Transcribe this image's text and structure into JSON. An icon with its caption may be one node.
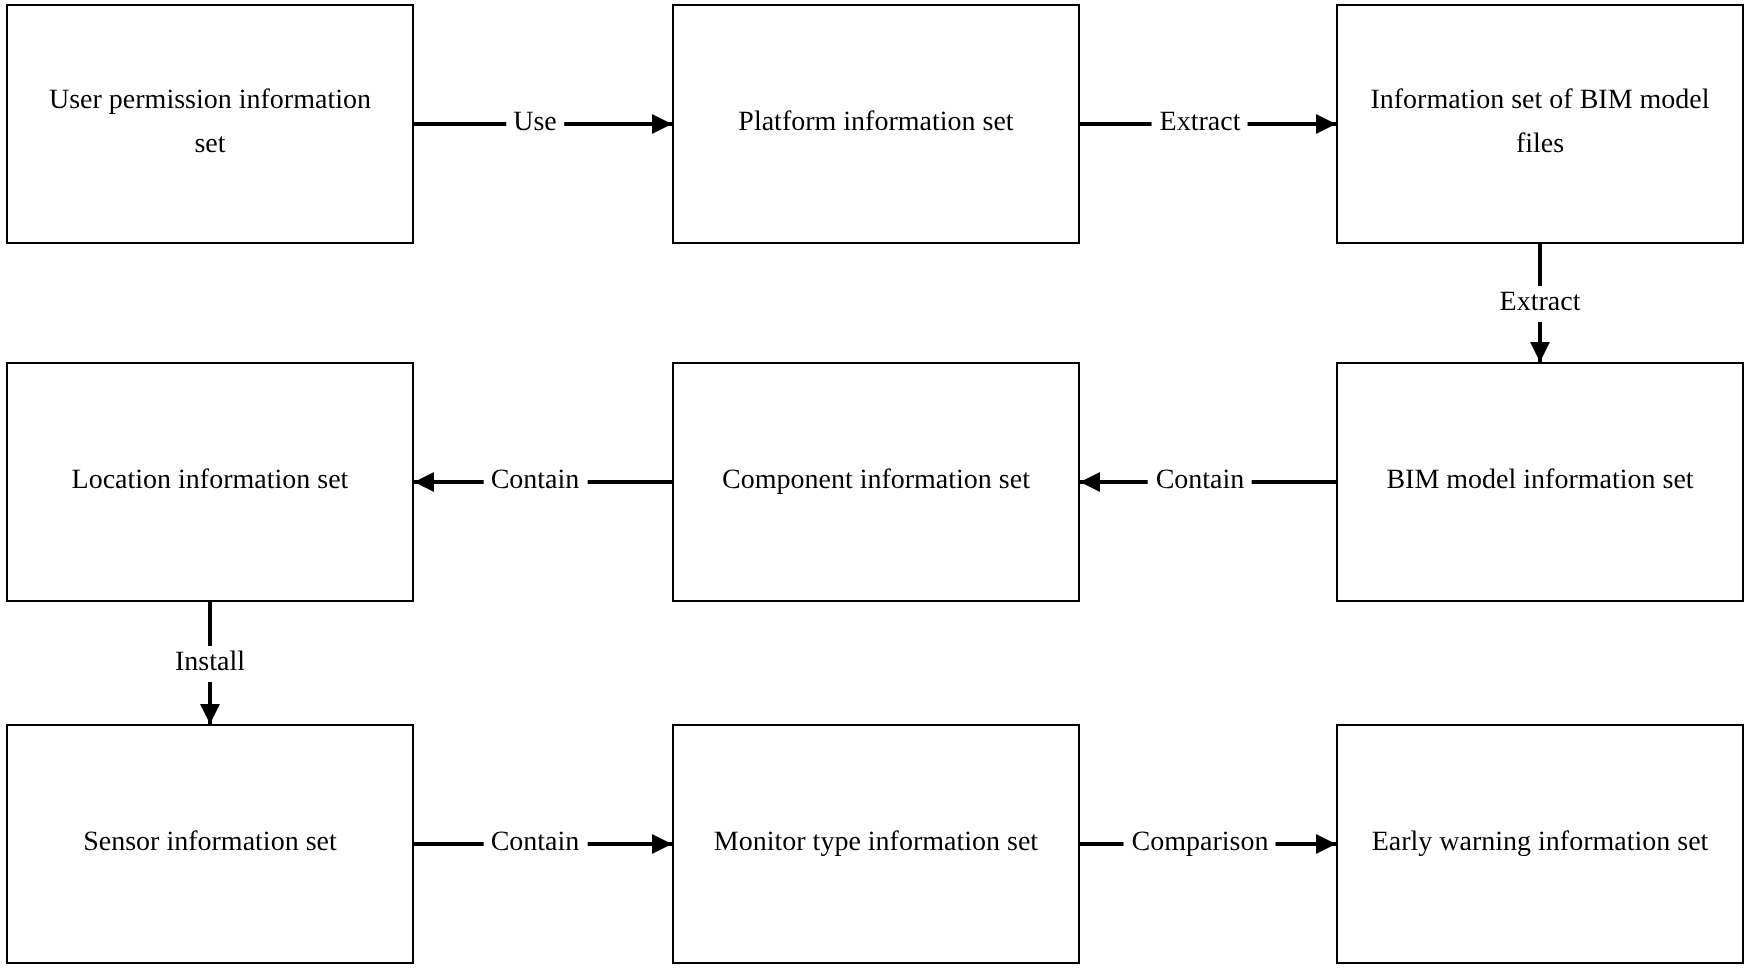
{
  "diagram": {
    "nodes": [
      {
        "text": [
          "User permission information set"
        ]
      },
      {
        "text": [
          "Platform information set"
        ]
      },
      {
        "text": [
          "Information set of BIM model files"
        ]
      },
      {
        "text": [
          "Location information set"
        ]
      },
      {
        "text": [
          "Component information set"
        ]
      },
      {
        "text": [
          "BIM model information set"
        ]
      },
      {
        "text": [
          "Sensor information set"
        ]
      },
      {
        "text": [
          "Monitor type information set"
        ]
      },
      {
        "text": [
          "Early warning information set"
        ]
      }
    ],
    "edges": [
      {
        "from": 0,
        "to": 1,
        "arrow": "to",
        "label": "Use"
      },
      {
        "from": 1,
        "to": 2,
        "arrow": "to",
        "label": "Extract"
      },
      {
        "from": 2,
        "to": 5,
        "arrow": "to",
        "label": "Extract"
      },
      {
        "from": 5,
        "to": 4,
        "arrow": "to",
        "label": "Contain"
      },
      {
        "from": 4,
        "to": 3,
        "arrow": "to",
        "label": "Contain"
      },
      {
        "from": 3,
        "to": 6,
        "arrow": "to",
        "label": "Install"
      },
      {
        "from": 6,
        "to": 7,
        "arrow": "to",
        "label": "Contain"
      },
      {
        "from": 7,
        "to": 8,
        "arrow": "to",
        "label": "Comparison"
      }
    ]
  }
}
